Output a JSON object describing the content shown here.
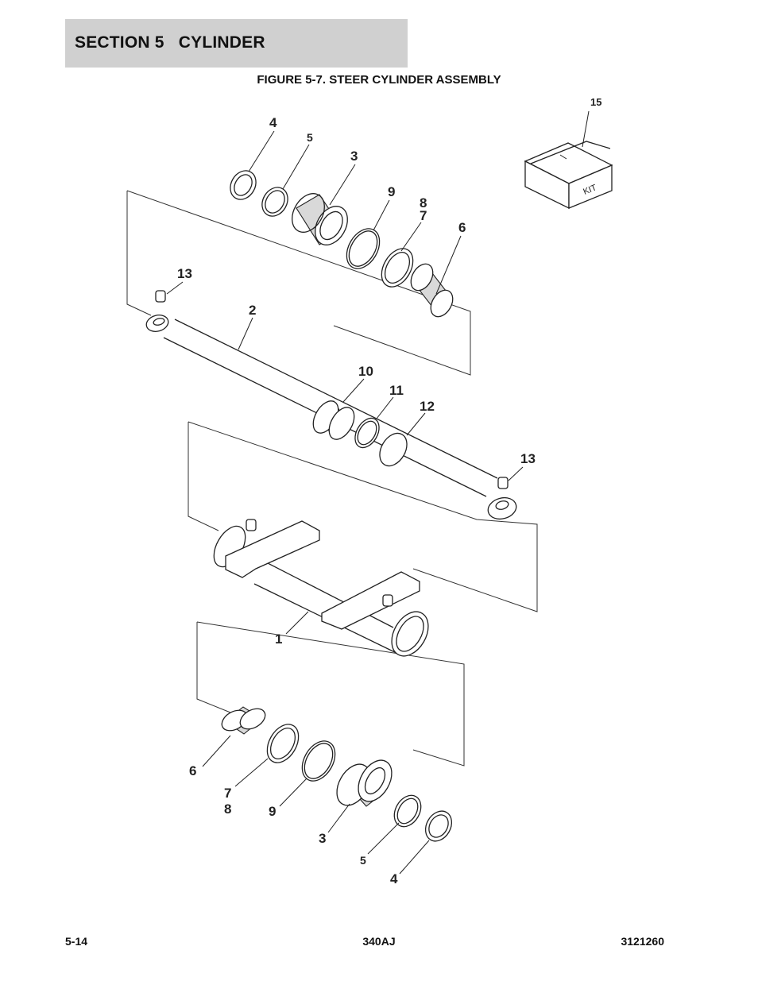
{
  "header": {
    "section_title": "SECTION 5   CYLINDER",
    "figure_title": "FIGURE 5-7. STEER CYLINDER ASSEMBLY"
  },
  "kit_label": "KIT",
  "callouts": {
    "c15": "15",
    "c4_top": "4",
    "c5_top": "5",
    "c3_top": "3",
    "c9_top": "9",
    "c8_top": "8",
    "c7_top": "7",
    "c6_top": "6",
    "c13_left": "13",
    "c2": "2",
    "c10": "10",
    "c11": "11",
    "c12": "12",
    "c13_right": "13",
    "c1": "1",
    "c6_bottom": "6",
    "c7_bottom": "7",
    "c8_bottom": "8",
    "c9_bottom": "9",
    "c3_bottom": "3",
    "c5_bottom": "5",
    "c4_bottom": "4"
  },
  "footer": {
    "page_number": "5-14",
    "model": "340AJ",
    "manual_number": "3121260"
  }
}
